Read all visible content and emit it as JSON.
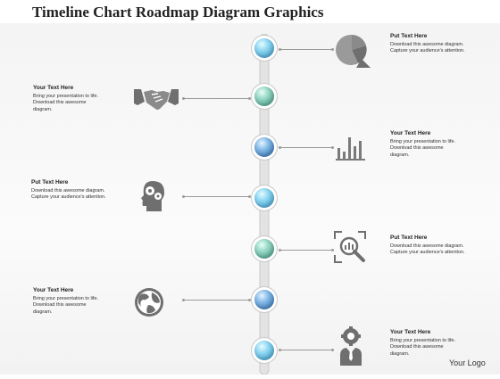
{
  "header": {
    "title": "Timeline Chart Roadmap Diagram Graphics"
  },
  "colors": {
    "node_blue": "#3a9fd6",
    "node_teal": "#3f9f8a",
    "node_deep": "#2f6fba",
    "icon_gray": "#6f6f6f",
    "spine_gray": "#c9c9c9"
  },
  "timeline": {
    "nodes": [
      "blue",
      "teal",
      "deep",
      "blue",
      "teal",
      "deep",
      "blue"
    ]
  },
  "right_items": [
    {
      "heading": "Put Text Here",
      "body": "Download this awesome diagram.\nCapture  your audience's attention.",
      "icon": "pie-chart-icon"
    },
    {
      "heading": "Your Text Here",
      "body": "Bring  your presentation  to  life.\nDownload this awesome\ndiagram.",
      "icon": "bar-chart-icon"
    },
    {
      "heading": "Put Text Here",
      "body": "Download this awesome diagram.\nCapture  your audience's attention.",
      "icon": "magnifier-chart-icon"
    },
    {
      "heading": "Your Text Here",
      "body": "Bring  your presentation  to  life.\nDownload this awesome\ndiagram.",
      "icon": "businessman-gear-icon"
    }
  ],
  "left_items": [
    {
      "heading": "Your Text Here",
      "body": "Bring  your presentation  to  life.\nDownload this awesome\ndiagram.",
      "icon": "handshake-icon"
    },
    {
      "heading": "Put Text Here",
      "body": "Download this awesome diagram.\nCapture  your audience's attention.",
      "icon": "head-gears-icon"
    },
    {
      "heading": "Your Text Here",
      "body": "Bring  your presentation  to  life.\nDownload this awesome\ndiagram.",
      "icon": "globe-icon"
    }
  ],
  "footer": {
    "logo": "Your Logo"
  }
}
